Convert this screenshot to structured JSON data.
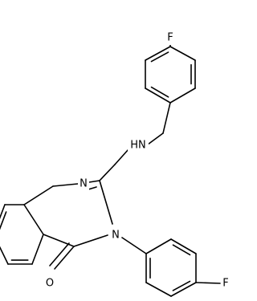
{
  "molecule": {
    "colors": {
      "bond": "#000000",
      "label": "#000000",
      "background": "#ffffff"
    },
    "labels": {
      "fluorine_top": "F",
      "amine": "HN",
      "n1": "N",
      "n3": "N",
      "oxygen": "O",
      "fluorine_bottom": "F"
    }
  }
}
